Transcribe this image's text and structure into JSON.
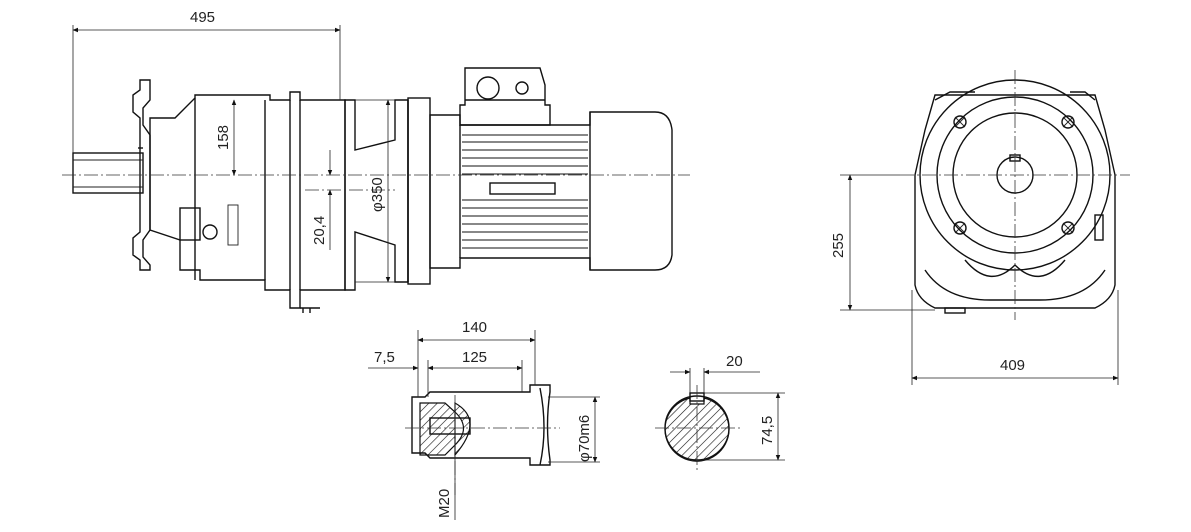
{
  "dimensions": {
    "overall_length": "495",
    "height_158": "158",
    "offset_20_4": "20,4",
    "flange_diameter": "φ350",
    "shaft_length": "140",
    "shaft_inner_length": "125",
    "shaft_offset": "7,5",
    "shaft_thread": "M20",
    "shaft_diameter": "φ70m6",
    "key_width": "20",
    "key_height": "74,5",
    "center_height": "255",
    "end_width": "409"
  },
  "colors": {
    "line": "#111111",
    "hatch": "#111111",
    "background": "#ffffff"
  }
}
